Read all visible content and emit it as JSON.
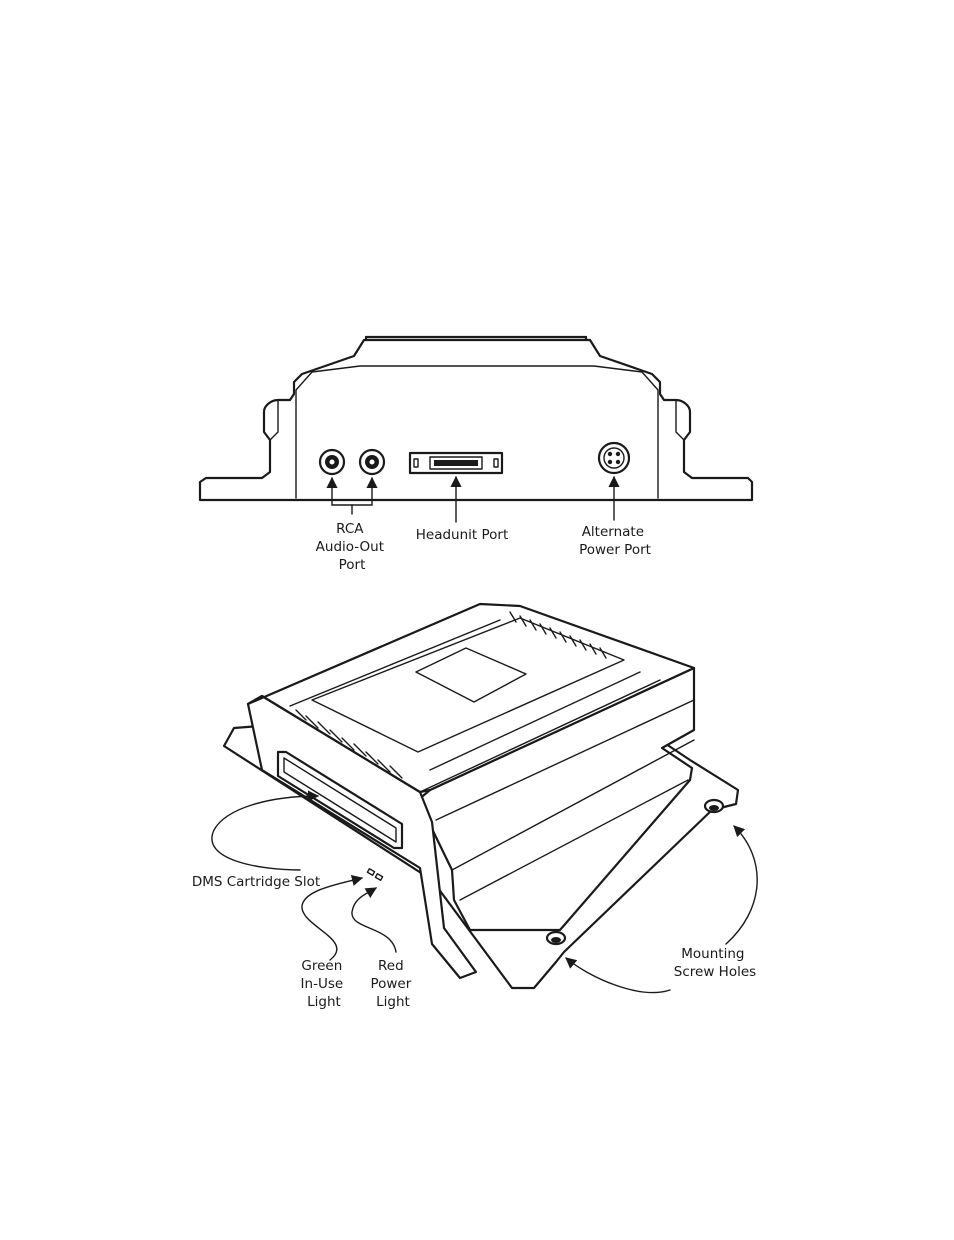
{
  "front_view": {
    "labels": {
      "rca": [
        "RCA",
        "Audio-Out",
        "Port"
      ],
      "headunit": "Headunit Port",
      "alt_power": [
        "Alternate",
        "Power Port"
      ]
    }
  },
  "iso_view": {
    "labels": {
      "dms_slot": "DMS Cartridge Slot",
      "green_light": [
        "Green",
        "In-Use",
        "Light"
      ],
      "red_light": [
        "Red",
        "Power",
        "Light"
      ],
      "mounting": [
        "Mounting",
        "Screw Holes"
      ]
    }
  }
}
